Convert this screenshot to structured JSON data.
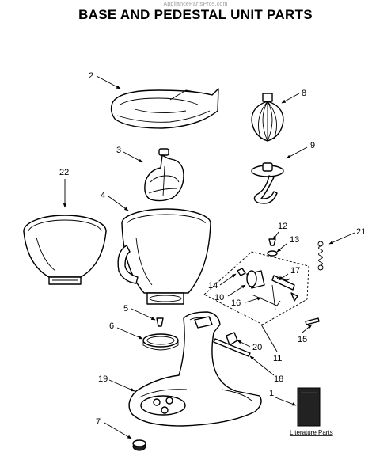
{
  "watermark": "AppliancePartsPros.com",
  "title": "BASE AND PEDESTAL UNIT PARTS",
  "literature_label": "Literature Parts",
  "callouts": {
    "c1": "1",
    "c2": "2",
    "c3": "3",
    "c4": "4",
    "c5": "5",
    "c6": "6",
    "c7": "7",
    "c8": "8",
    "c9": "9",
    "c10": "10",
    "c11": "11",
    "c12": "12",
    "c13": "13",
    "c14": "14",
    "c15": "15",
    "c16": "16",
    "c17": "17",
    "c18": "18",
    "c19": "19",
    "c20": "20",
    "c21": "21",
    "c22": "22"
  }
}
